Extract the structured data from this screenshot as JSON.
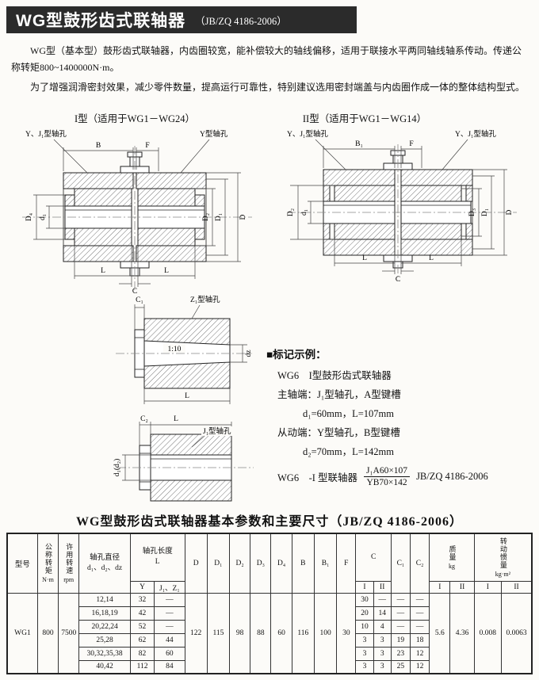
{
  "page": {
    "title": "WG型鼓形齿式联轴器",
    "standard": "（JB/ZQ 4186-2006）"
  },
  "intro": {
    "para1": "WG型（基本型）鼓形齿式联轴器，内齿圈较宽，能补偿较大的轴线偏移，适用于联接水平两同轴线轴系传动。传递公称转矩800~1400000N·m。",
    "para2": "为了增强润滑密封效果，减少零件数量，提高运行可靠性，特别建议选用密封端盖与内齿圈作成一体的整体结构型式。"
  },
  "figures": {
    "fig1": {
      "caption": "I型（适用于WG1－WG24）",
      "callout_left": "Y、J₁型轴孔",
      "callout_right": "Y型轴孔",
      "dims": {
        "B": "B",
        "F": "F",
        "L": "L",
        "C": "C",
        "d1": "d₁",
        "D4": "D₄",
        "D2": "D₂",
        "D1": "D₁",
        "D": "D"
      }
    },
    "fig2": {
      "caption": "II型（适用于WG1－WG14）",
      "callout_left": "Y、J₁型轴孔",
      "callout_right": "Y、J₁型轴孔",
      "dims": {
        "B1": "B₁",
        "F": "F",
        "L": "L",
        "C": "C",
        "d1": "d₁",
        "D2": "D₂",
        "D3": "D₃",
        "D1": "D₁",
        "D": "D"
      }
    },
    "fig3": {
      "callout": "Z₁型轴孔",
      "dims": {
        "C1": "C₁",
        "dz": "dz",
        "L": "L",
        "taper": "1:10"
      }
    },
    "fig4": {
      "callout": "J₁型轴孔",
      "dims": {
        "C2": "C₂",
        "L": "L",
        "d": "d₁(d₂)"
      }
    }
  },
  "marking": {
    "heading": "■标记示例：",
    "line1": "WG6　I型鼓形齿式联轴器",
    "line2": "主轴端：J₁型轴孔，A型键槽",
    "line3": "d₁=60mm，L=107mm",
    "line4": "从动端：Y型轴孔，B型键槽",
    "line5": "d₂=70mm，L=142mm",
    "designation_prefix": "WG6　-I 型联轴器",
    "designation_numerator": "J₁A60×107",
    "designation_denominator": "YB70×142",
    "designation_standard": "JB/ZQ 4186-2006"
  },
  "table": {
    "title": "WG型鼓形齿式联轴器基本参数和主要尺寸（JB/ZQ 4186-2006）",
    "headers": {
      "model": "型号",
      "torque_label": "公称转矩",
      "torque_unit": "N·m",
      "speed_label": "许用转速",
      "speed_unit": "rpm",
      "bore_dia_line1": "轴孔直径",
      "bore_dia_line2": "d₁、d₂、dz",
      "bore_len_line1": "轴孔长度",
      "bore_len_line2": "L",
      "col_y": "Y",
      "col_jz": "J₁、Z₁",
      "col_D": "D",
      "col_D1": "D₁",
      "col_D2": "D₂",
      "col_D3": "D₃",
      "col_D4": "D₄",
      "col_B": "B",
      "col_B1": "B₁",
      "col_F": "F",
      "col_C": "C",
      "col_C1": "C₁",
      "col_C2": "C₂",
      "mass_label": "质量",
      "mass_unit": "kg",
      "inertia_label": "转动惯量",
      "inertia_unit": "kg·m²",
      "roman1": "I",
      "roman2": "II"
    },
    "shared": {
      "model": "WG1",
      "torque": "800",
      "speed": "7500",
      "D": "122",
      "D1": "115",
      "D2": "98",
      "D3": "88",
      "D4": "60",
      "B": "116",
      "B1": "100",
      "F": "30",
      "mass_I": "5.6",
      "mass_II": "4.36",
      "inertia_I": "0.008",
      "inertia_II": "0.0063"
    },
    "rows": [
      {
        "d": "12,14",
        "y": "32",
        "jz": "—",
        "c_I": "30",
        "c_II": "—",
        "c1": "—",
        "c2": "—"
      },
      {
        "d": "16,18,19",
        "y": "42",
        "jz": "—",
        "c_I": "20",
        "c_II": "14",
        "c1": "—",
        "c2": "—"
      },
      {
        "d": "20,22,24",
        "y": "52",
        "jz": "—",
        "c_I": "10",
        "c_II": "4",
        "c1": "—",
        "c2": "—"
      },
      {
        "d": "25,28",
        "y": "62",
        "jz": "44",
        "c_I": "3",
        "c_II": "3",
        "c1": "19",
        "c2": "18"
      },
      {
        "d": "30,32,35,38",
        "y": "82",
        "jz": "60",
        "c_I": "3",
        "c_II": "3",
        "c1": "23",
        "c2": "12"
      },
      {
        "d": "40,42",
        "y": "112",
        "jz": "84",
        "c_I": "3",
        "c_II": "3",
        "c1": "25",
        "c2": "12"
      }
    ]
  }
}
